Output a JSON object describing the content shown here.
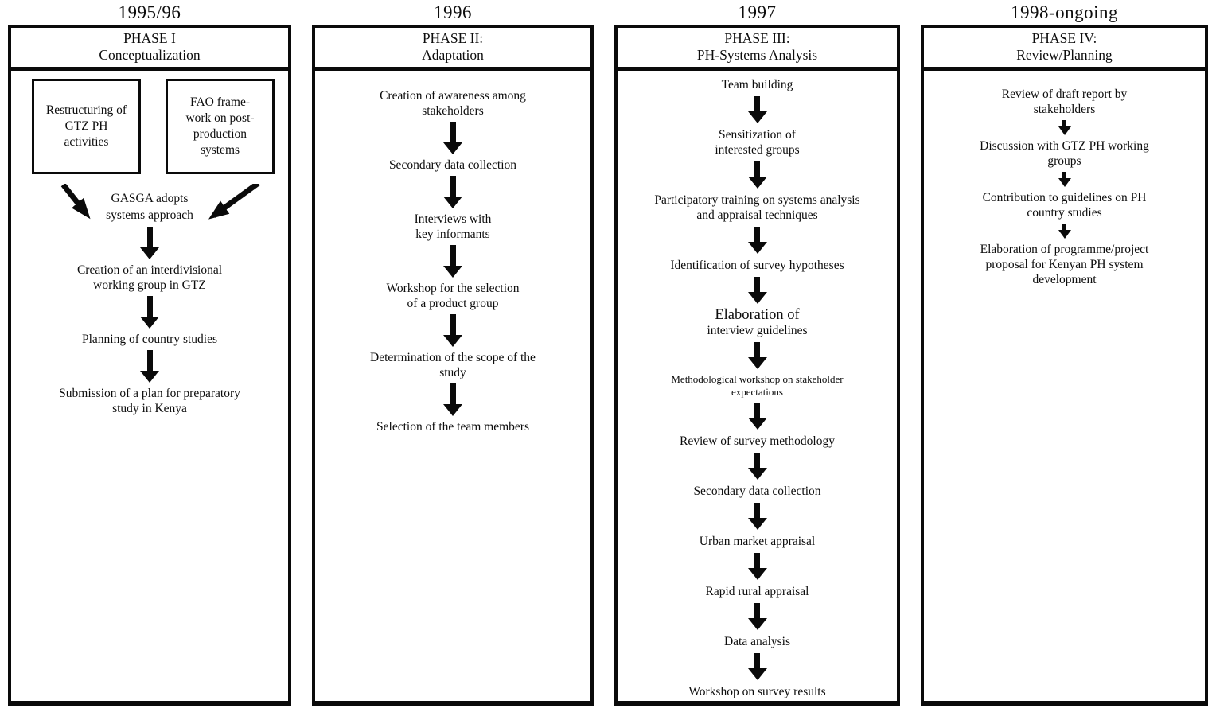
{
  "figure": {
    "ink_color": "#0a0a0a",
    "background_color": "#ffffff"
  },
  "phases": [
    {
      "year": "1995/96",
      "phase_title": "PHASE I",
      "phase_subtitle": "Conceptualization",
      "source_boxes": [
        {
          "text": "Restructuring of\nGTZ PH\nactivities"
        },
        {
          "text": "FAO frame-\nwork on post-\nproduction\nsystems"
        }
      ],
      "convergence": {
        "text": "GASGA adopts\nsystems approach"
      },
      "items": [
        {
          "text": "Creation of an interdivisional\nworking group in GTZ"
        },
        {
          "text": "Planning of country studies"
        },
        {
          "text": "Submission of a plan for preparatory\nstudy in Kenya"
        }
      ]
    },
    {
      "year": "1996",
      "phase_title": "PHASE II:",
      "phase_subtitle": "Adaptation",
      "items": [
        {
          "text": "Creation of awareness among\nstakeholders"
        },
        {
          "text": "Secondary data collection"
        },
        {
          "text": "Interviews with\nkey informants"
        },
        {
          "text": "Workshop for the selection\nof a product group"
        },
        {
          "text": "Determination of the scope of the\nstudy"
        },
        {
          "text": "Selection of the team members"
        }
      ]
    },
    {
      "year": "1997",
      "phase_title": "PHASE III:",
      "phase_subtitle": "PH-Systems Analysis",
      "items": [
        {
          "text": "Team building"
        },
        {
          "text": "Sensitization of\ninterested groups"
        },
        {
          "text": "Participatory training on systems analysis\nand appraisal techniques"
        },
        {
          "text": "Identification of survey hypotheses"
        },
        {
          "text": "Elaboration of\ninterview guidelines"
        },
        {
          "text": "Methodological workshop on stakeholder\nexpectations"
        },
        {
          "text": "Review of survey methodology"
        },
        {
          "text": "Secondary data collection"
        },
        {
          "text": "Urban market appraisal"
        },
        {
          "text": "Rapid rural appraisal"
        },
        {
          "text": "Data analysis"
        },
        {
          "text": "Workshop on survey results"
        }
      ]
    },
    {
      "year": "1998-ongoing",
      "phase_title": "PHASE IV:",
      "phase_subtitle": "Review/Planning",
      "items": [
        {
          "text": "Review of draft report by\nstakeholders"
        },
        {
          "text": "Discussion with GTZ PH working\ngroups"
        },
        {
          "text": "Contribution to guidelines on PH\ncountry studies"
        },
        {
          "text": "Elaboration of programme/project\nproposal for Kenyan PH system\ndevelopment"
        }
      ]
    }
  ]
}
